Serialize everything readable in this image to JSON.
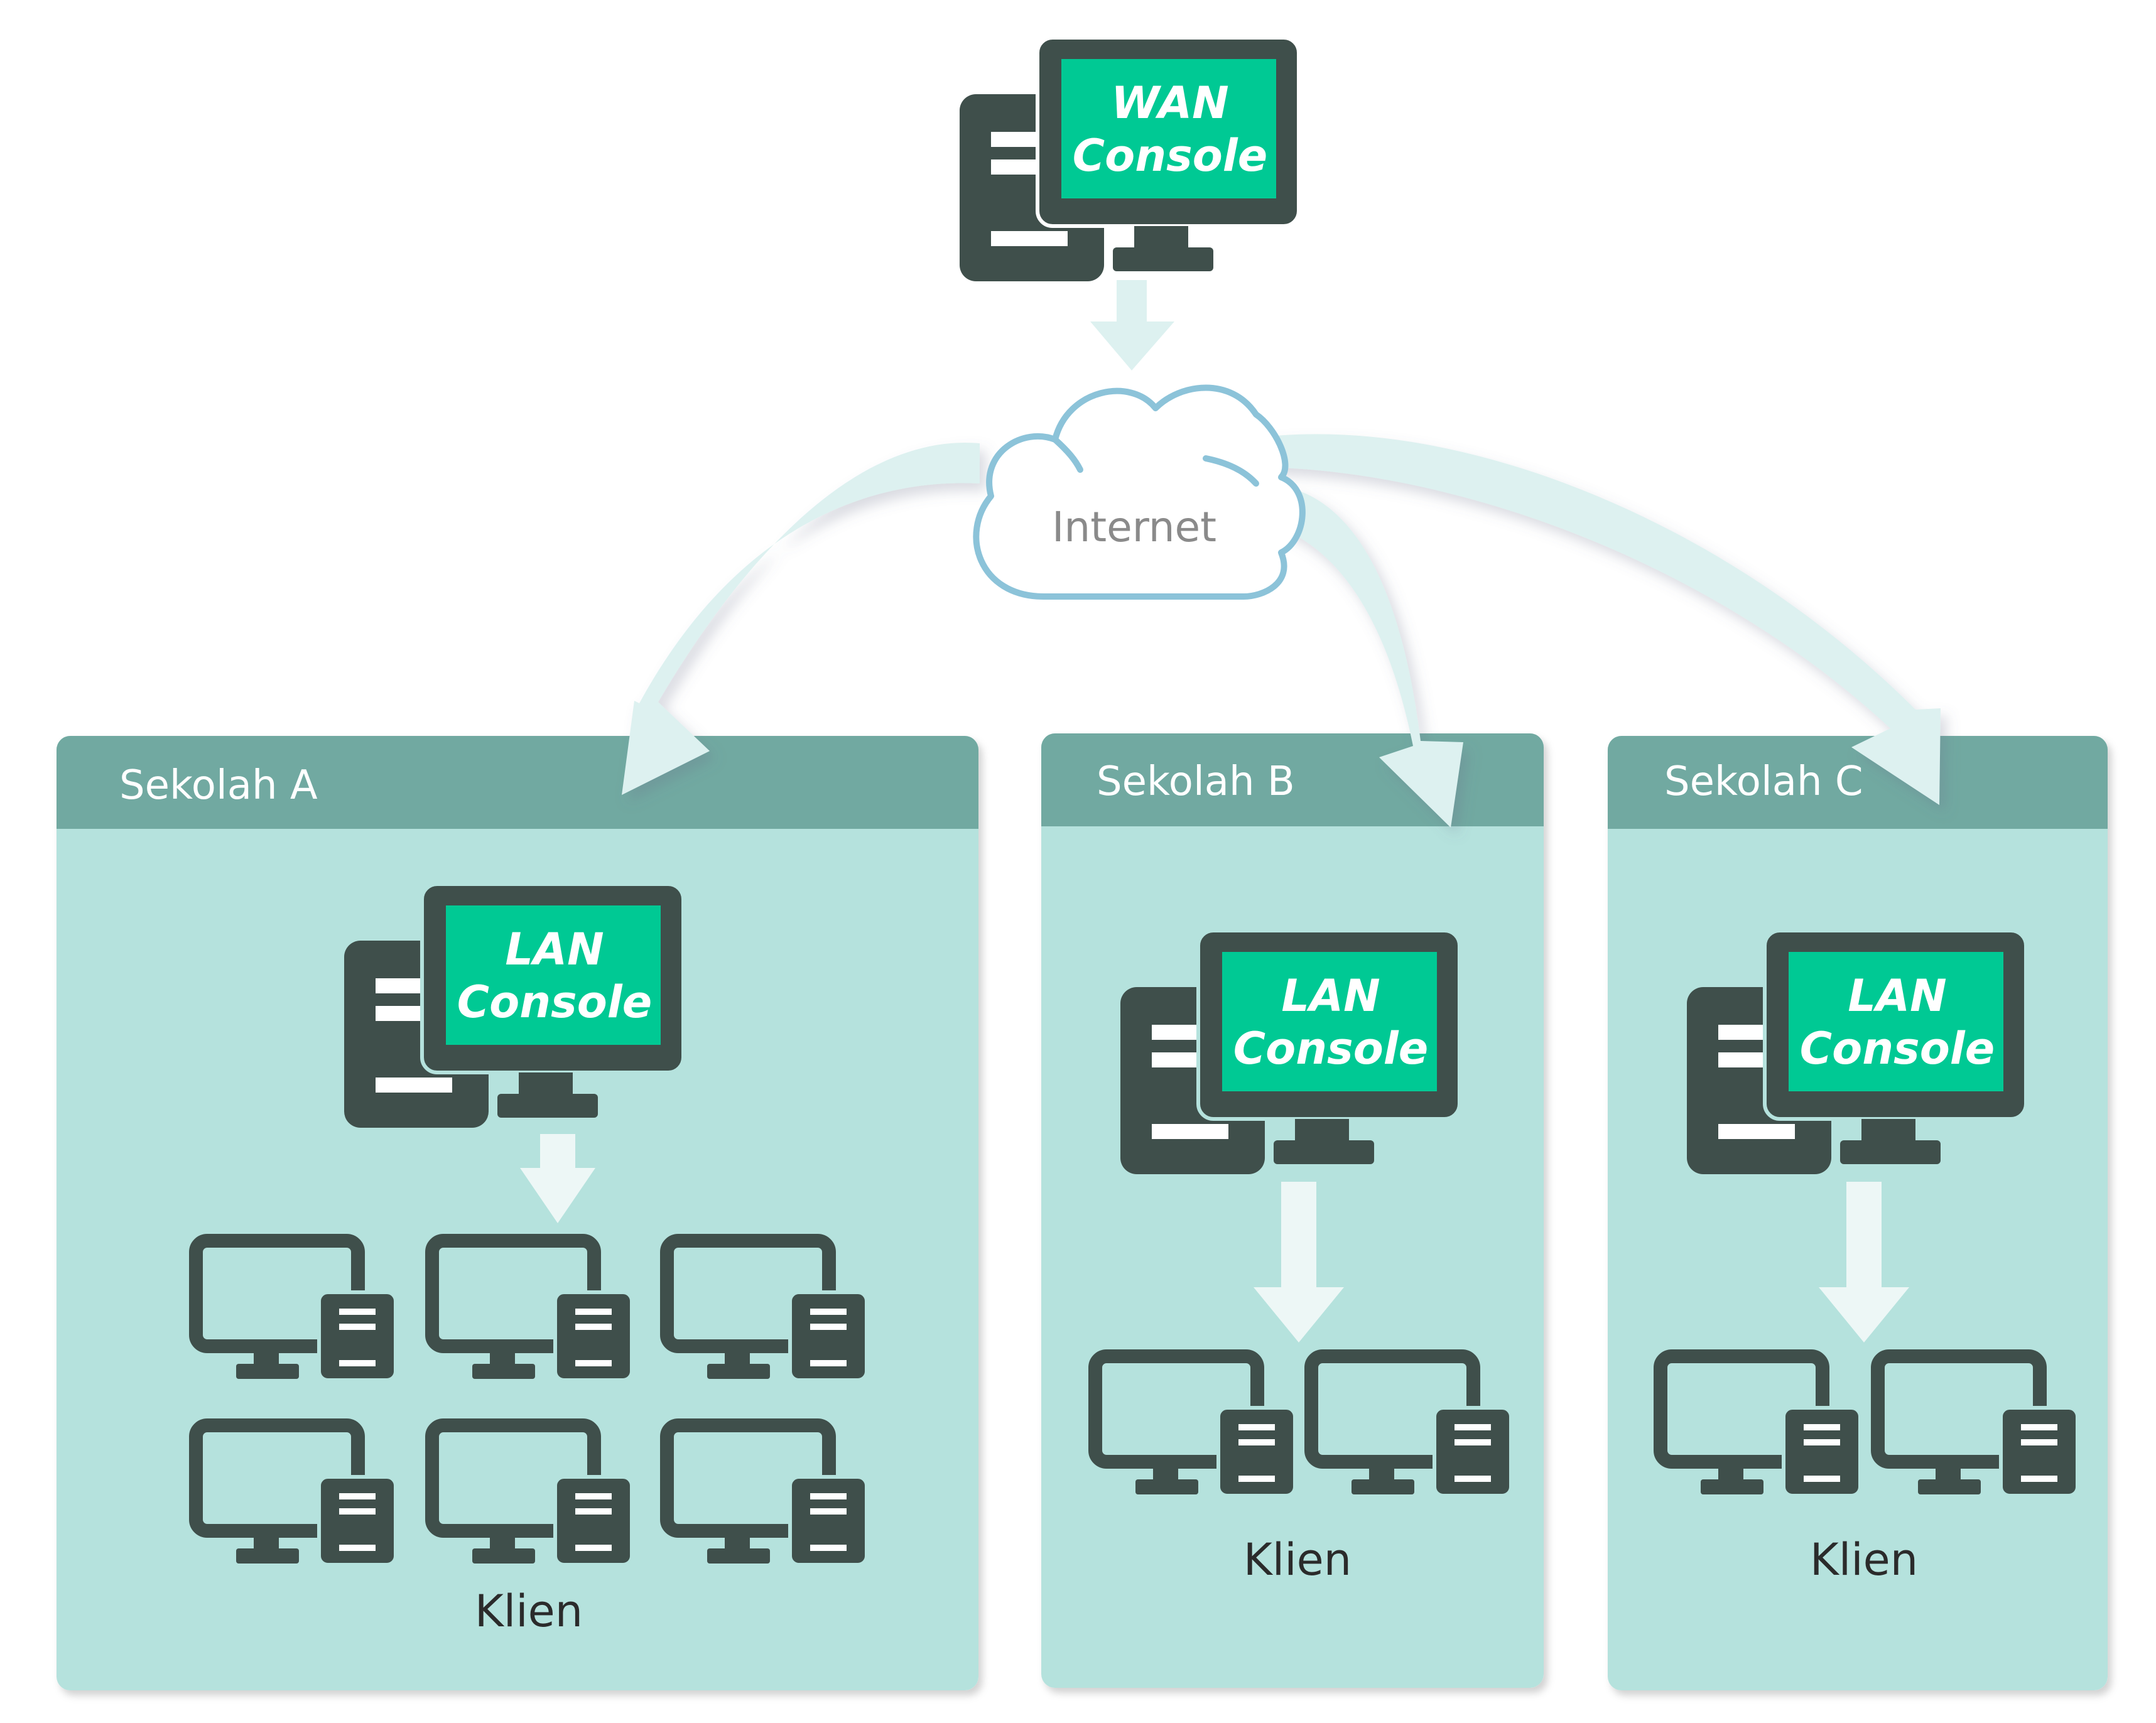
{
  "wan_console": {
    "line1": "WAN",
    "line2": "Console"
  },
  "internet": {
    "label": "Internet"
  },
  "schools": [
    {
      "name": "Sekolah A",
      "console": {
        "line1": "LAN",
        "line2": "Console"
      },
      "clients_label": "Klien",
      "client_count": 6
    },
    {
      "name": "Sekolah B",
      "console": {
        "line1": "LAN",
        "line2": "Console"
      },
      "clients_label": "Klien",
      "client_count": 2
    },
    {
      "name": "Sekolah C",
      "console": {
        "line1": "LAN",
        "line2": "Console"
      },
      "clients_label": "Klien",
      "client_count": 2
    }
  ],
  "colors": {
    "panel": "#b5e2dd",
    "panel_header": "#71a9a1",
    "device_dark": "#3f4f4b",
    "screen": "#00c994",
    "arrow": "#ddf1f0",
    "arrow_light": "#edf7f6",
    "cloud_stroke": "#8cc3d9"
  }
}
